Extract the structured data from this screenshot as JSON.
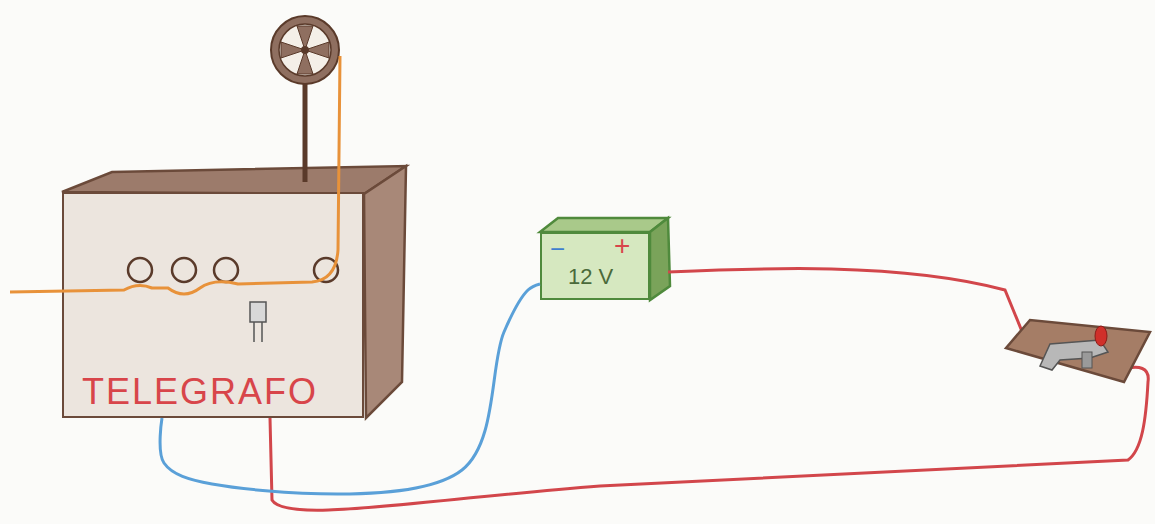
{
  "diagram": {
    "nodes": [
      {
        "text": [
          "TELEGRAFO"
        ]
      },
      {
        "text": [
          "−",
          "+",
          "12 V"
        ]
      }
    ],
    "edges": [
      {
        "from": 0,
        "to": 1,
        "arrow": "none"
      }
    ]
  }
}
